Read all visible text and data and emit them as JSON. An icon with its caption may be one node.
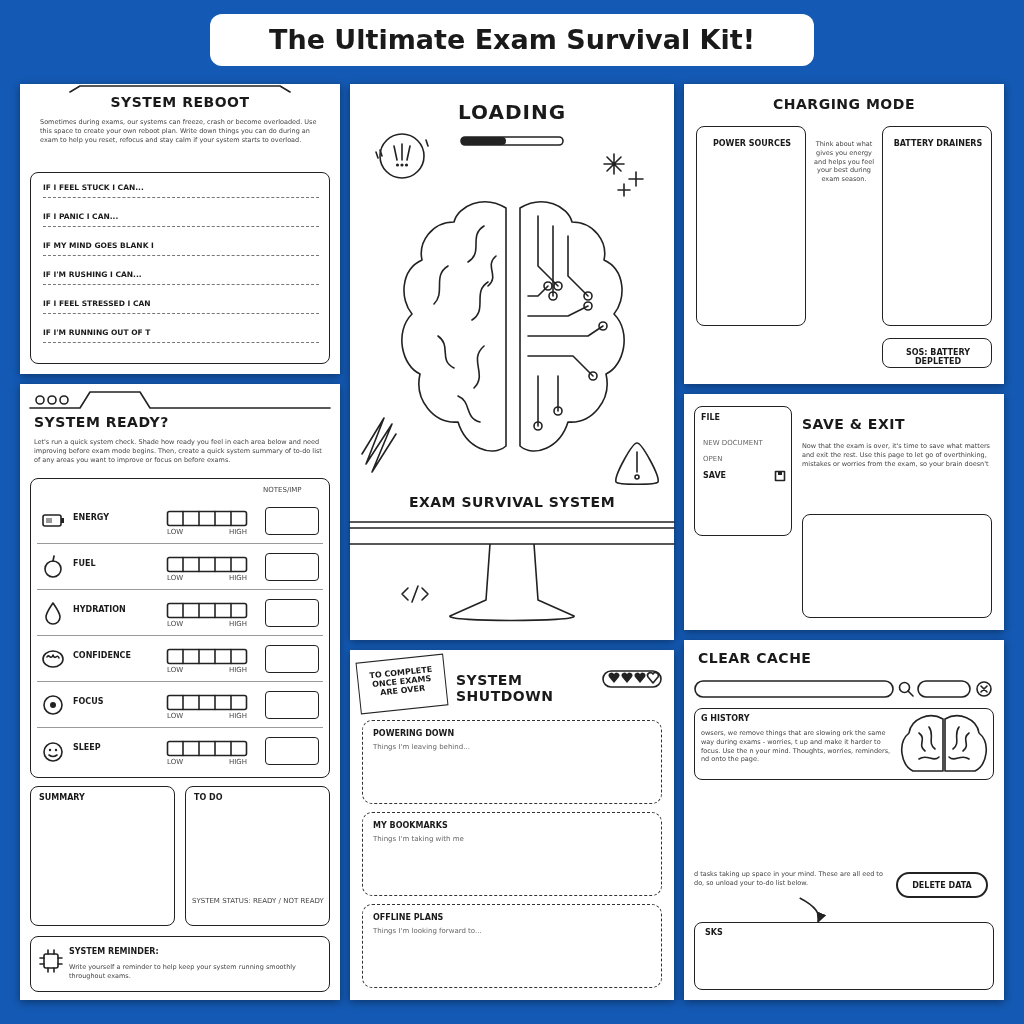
{
  "diagram": {
    "nodes": [
      {
        "text": [
          "The Ultimate Exam Survival Kit!"
        ]
      },
      {
        "text": [
          "SYSTEM REBOOT",
          "Sometimes during exams, our systems can freeze, crash or become overloaded. Use this space to create your own reboot plan. Write down things you can do during an exam to help you reset, refocus and stay calm if your system starts to overload."
        ]
      },
      {
        "text": [
          "IF I FEEL STUCK I CAN...",
          "IF I PANIC I CAN...",
          "IF MY MIND GOES BLANK I",
          "IF I'M RUSHING I CAN...",
          "IF I FEEL STRESSED I CAN",
          "IF I'M RUNNING OUT OF T"
        ],
        "in": 1
      },
      {
        "text": [
          "SYSTEM SHUTDOWN"
        ]
      },
      {
        "text": [
          "TO COMPLETE ONCE EXAMS ARE OVER"
        ],
        "in": 3
      },
      {
        "text": [
          "POWERING DOWN",
          "Things I'm leaving behind..."
        ],
        "in": 3
      },
      {
        "text": [
          "MY BOOKMARKS",
          "Things I'm taking with me"
        ],
        "in": 3
      },
      {
        "text": [
          "OFFLINE PLANS",
          "Things I'm looking forward to..."
        ],
        "in": 3
      },
      {
        "text": [
          "CHARGING MODE",
          "Think about what gives you energy and helps you feel your best during exam season."
        ]
      },
      {
        "text": [
          "POWER SOURCES"
        ],
        "in": 8
      },
      {
        "text": [
          "BATTERY DRAINERS"
        ],
        "in": 8
      },
      {
        "text": [
          "SOS: BATTERY DEPLETED"
        ],
        "in": 8
      },
      {
        "text": [
          "SAVE & EXIT",
          "Now that the exam is over, it's time to save what matters and exit the rest. Use this page to let go of overthinking, mistakes or worries from the exam, so your brain doesn't"
        ]
      },
      {
        "text": [
          "FILE",
          "NEW DOCUMENT",
          "OPEN",
          "SAVE"
        ],
        "in": 12
      },
      {
        "text": [
          "LOADING",
          "EXAM SURVIVAL SYSTEM"
        ]
      },
      {
        "text": [
          "SYSTEM READY?",
          "Let's run a quick system check. Shade how ready you feel in each area below and need improving before exam mode begins. Then, create a quick system summary of to-do list of any areas you want to improve or focus on before exams."
        ]
      },
      {
        "text": [
          "NOTES/IMP"
        ],
        "in": 15
      },
      {
        "text": [
          "ENERGY",
          "LOW",
          "HIGH"
        ],
        "in": 16
      },
      {
        "text": [
          "FUEL",
          "LOW",
          "HIGH"
        ],
        "in": 16
      },
      {
        "text": [
          "HYDRATION",
          "LOW",
          "HIGH"
        ],
        "in": 16
      },
      {
        "text": [
          "CONFIDENCE",
          "LOW",
          "HIGH"
        ],
        "in": 16
      },
      {
        "text": [
          "FOCUS",
          "LOW",
          "HIGH"
        ],
        "in": 16
      },
      {
        "text": [
          "SLEEP",
          "LOW",
          "HIGH"
        ],
        "in": 16
      },
      {
        "text": [
          "SUMMARY"
        ],
        "in": 15
      },
      {
        "text": [
          "TO DO",
          "SYSTEM STATUS: READY / NOT READY"
        ],
        "in": 15
      },
      {
        "text": [
          "SYSTEM REMINDER:",
          "Write yourself a reminder to help keep your system running smoothly throughout exams."
        ],
        "in": 15
      },
      {
        "text": [
          "CLEAR CACHE"
        ]
      },
      {
        "text": [
          "G HISTORY",
          "owsers, we remove things that are slowing ork the same way during exams - worries, t up and make it harder to focus. Use the n your mind. Thoughts, worries, reminders, nd onto the page."
        ],
        "in": 26
      },
      {
        "text": [
          "DELETE DATA"
        ],
        "in": 26
      },
      {
        "text": [
          "d tasks taking up space in your mind. These are all eed to do, so unload your to-do list below."
        ],
        "in": 26
      },
      {
        "text": [
          "SKS"
        ],
        "in": 26
      }
    ],
    "edges": [
      {
        "from": 29,
        "to": 30,
        "arrow": "to"
      }
    ]
  }
}
